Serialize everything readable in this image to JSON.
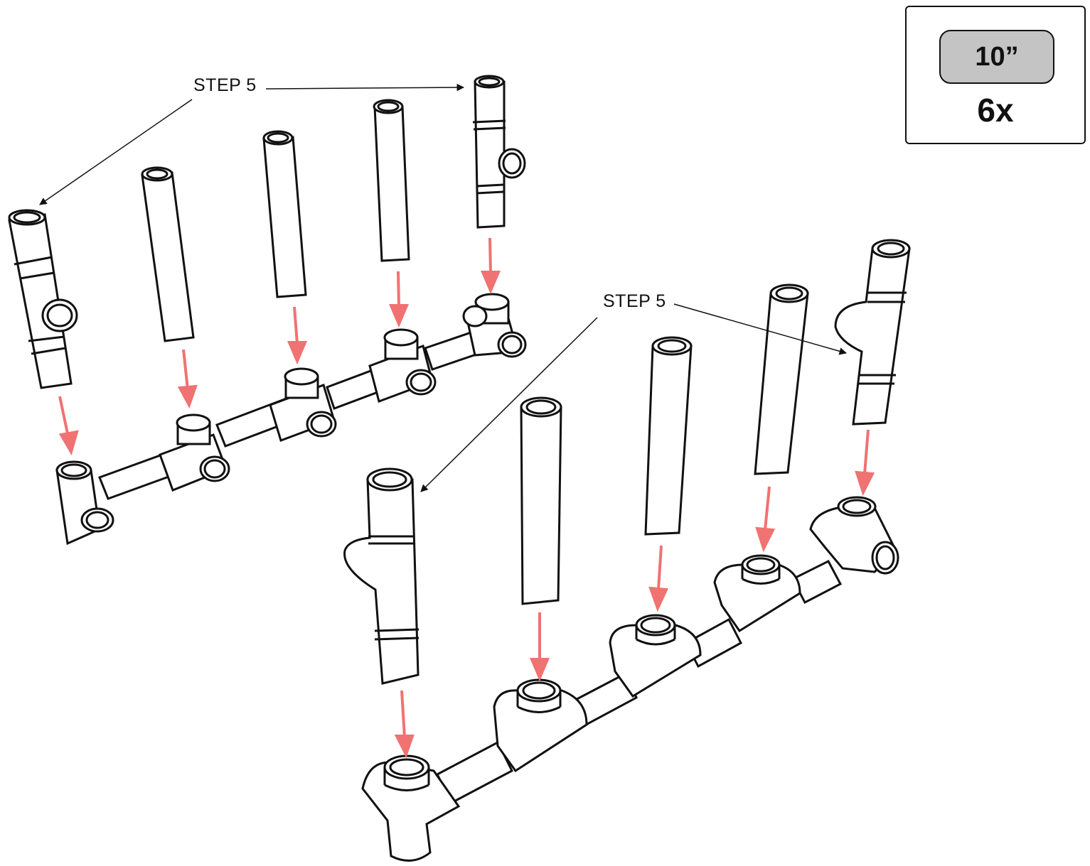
{
  "labels": {
    "step_left": "STEP 5",
    "step_right": "STEP 5"
  },
  "legend": {
    "pipe_length": "10”",
    "quantity": "6x"
  },
  "colors": {
    "arrow": "#f07272",
    "outline": "#111111",
    "legend_fill": "#c4c4c4"
  },
  "parts": {
    "upper_assembly": [
      "tee-fitting",
      "pipe",
      "pipe",
      "pipe",
      "tee-fitting"
    ],
    "lower_assembly": [
      "tee-fitting",
      "pipe",
      "pipe",
      "pipe",
      "tee-fitting"
    ]
  }
}
